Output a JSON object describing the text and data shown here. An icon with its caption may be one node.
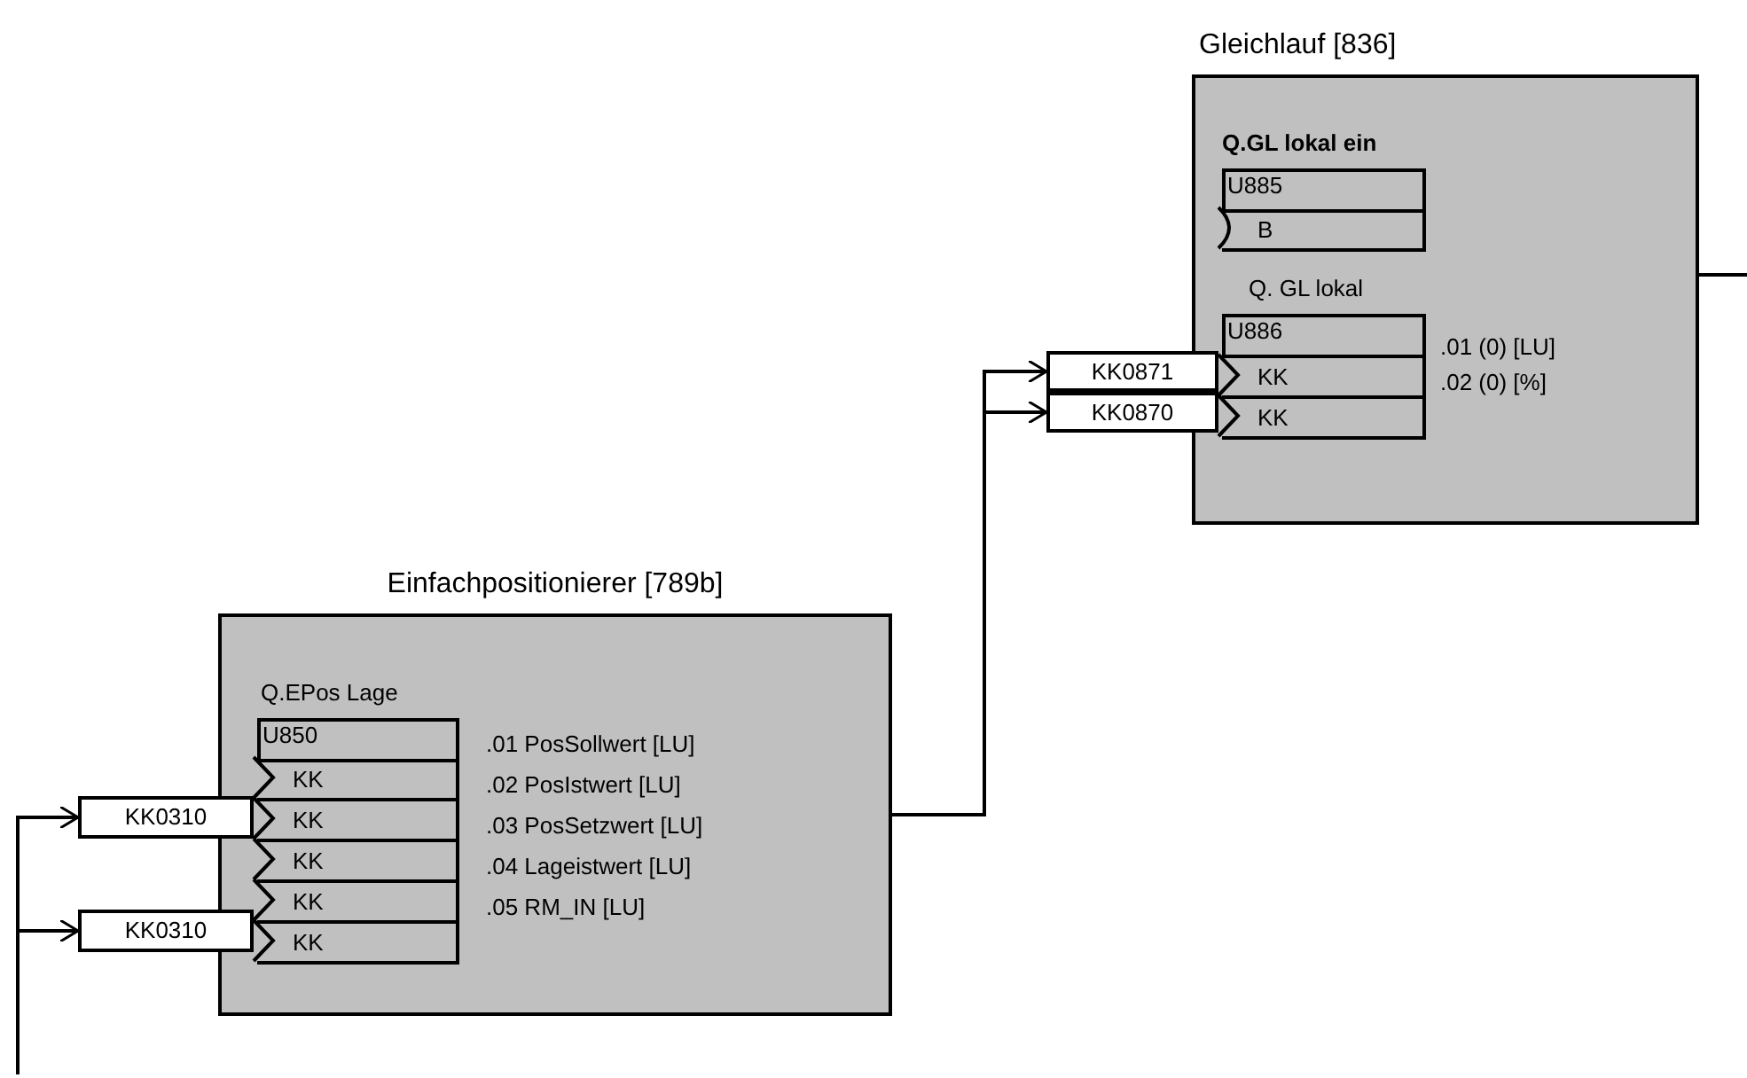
{
  "diagram": {
    "nodes": [
      {
        "text": [
          "Einfachpositionierer [789b]"
        ]
      },
      {
        "text": [
          "Q.EPos Lage",
          "U850"
        ],
        "in": 0,
        "beside": [
          ".01 PosSollwert [LU]",
          ".02 PosIstwert [LU]",
          ".03 PosSetzwert [LU]",
          ".04 Lageistwert [LU]",
          ".05 RM_IN [LU]"
        ]
      },
      {
        "text": [
          "KK"
        ],
        "in": 1
      },
      {
        "text": [
          "KK"
        ],
        "in": 1
      },
      {
        "text": [
          "KK"
        ],
        "in": 1
      },
      {
        "text": [
          "KK"
        ],
        "in": 1
      },
      {
        "text": [
          "KK"
        ],
        "in": 1
      },
      {
        "text": [
          "KK0310"
        ]
      },
      {
        "text": [
          "KK0310"
        ]
      },
      {
        "text": [
          "Gleichlauf [836]"
        ]
      },
      {
        "text": [
          "Q.GL lokal ein",
          "U885"
        ],
        "in": 9
      },
      {
        "text": [
          "B"
        ],
        "in": 10
      },
      {
        "text": [
          "Q. GL lokal",
          "U886"
        ],
        "in": 9,
        "beside": [
          ".01 (0) [LU]",
          ".02 (0) [%]"
        ]
      },
      {
        "text": [
          "KK"
        ],
        "in": 12
      },
      {
        "text": [
          "KK"
        ],
        "in": 12
      },
      {
        "text": [
          "KK0871"
        ]
      },
      {
        "text": [
          "KK0870"
        ]
      }
    ],
    "edges": [
      {
        "from": 0,
        "to": 15,
        "arrow": "to"
      },
      {
        "from": 0,
        "to": 16,
        "arrow": "to"
      },
      {
        "from": null,
        "to": 7,
        "arrow": "to"
      },
      {
        "from": null,
        "to": 8,
        "arrow": "to"
      },
      {
        "from": 9,
        "to": null,
        "arrow": "none"
      }
    ]
  }
}
